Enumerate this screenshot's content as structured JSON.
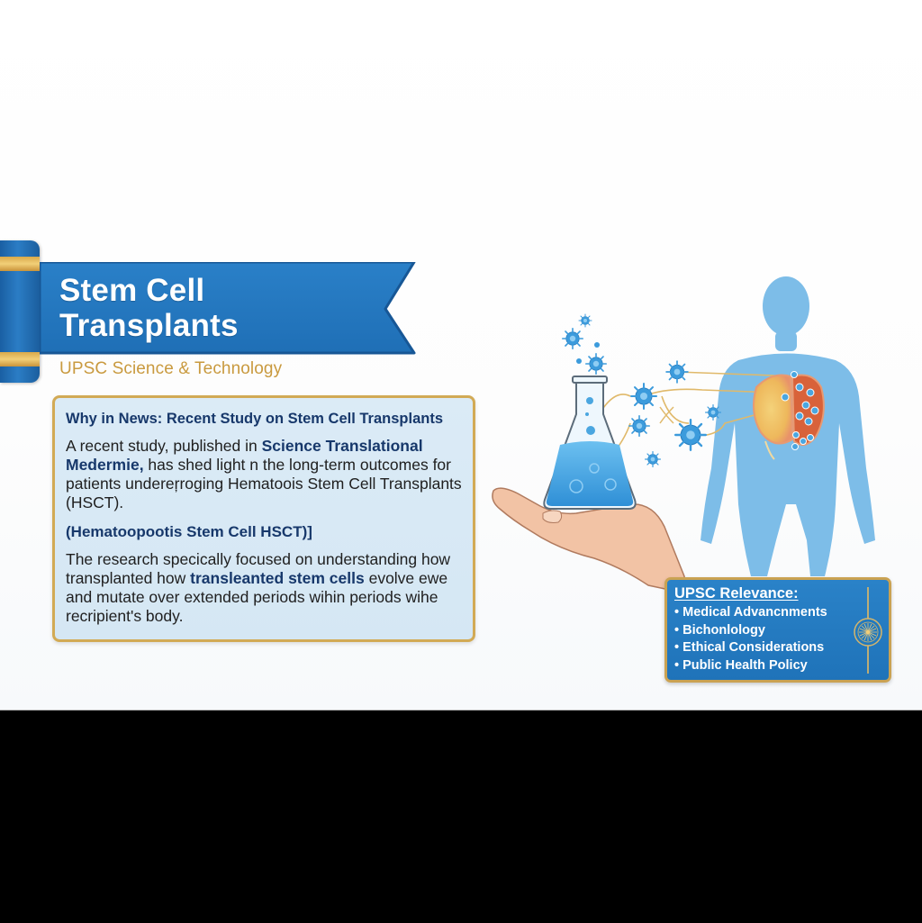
{
  "banner": {
    "title": "Stem Cell\nTransplants",
    "subtitle": "UPSC Science & Technology",
    "colors": {
      "ribbon": "#2276bf",
      "ribbon_dark": "#1a5a9b",
      "gold": "#e4b85c",
      "subtitle": "#c99a3f"
    }
  },
  "news": {
    "heading": "Why in News: Recent Study on Stem Cell Transplants",
    "para1": {
      "pre": "A recent study, published in ",
      "bold": "Science Translational Medermie,",
      "post": " has shed light n the long-term outcomes for patients undereŗroging Hematoois Stem Cell Transplants (HSCT)."
    },
    "subheading": "(Hematoopootis Stem Cell  HSCT)]",
    "para2": {
      "pre": "The research specically focused on understanding how transplanted how ",
      "bold": "transleanted stem cells",
      "post": " evolve ewe and mutate over extended periods wihin periods wihe recripient's body."
    },
    "colors": {
      "border": "#d2aa55",
      "background": "#d8e9f5",
      "heading": "#17386b"
    }
  },
  "illustration": {
    "elements": [
      "hand-icon",
      "flask-icon",
      "stem-cell-icon",
      "dna-icon",
      "human-body-icon",
      "lungs-icon"
    ],
    "colors": {
      "body": "#7dbde8",
      "cell": "#3a9ad9",
      "skin": "#f2c3a5",
      "connector": "#e0b96a"
    }
  },
  "relevance": {
    "title": "UPSC Relevance:",
    "items": [
      "Medical Advancnments",
      "Bichonlology",
      "Ethical Considerations",
      "Public Health Policy"
    ],
    "emblem": "ashoka-chakra-icon",
    "colors": {
      "background": "#2179bf",
      "border": "#caa252"
    }
  }
}
